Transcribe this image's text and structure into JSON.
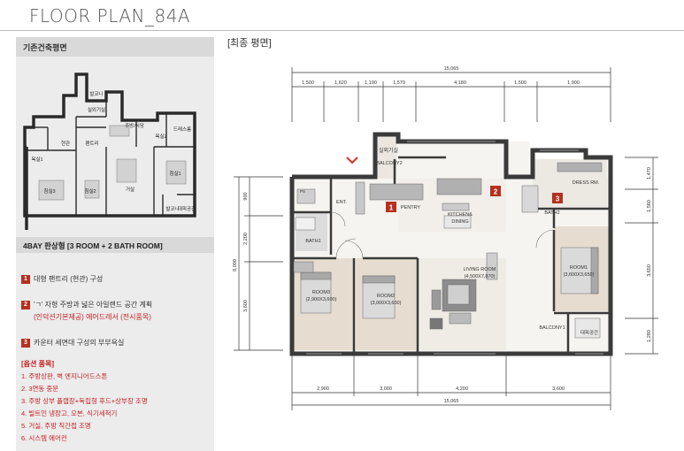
{
  "title": "FLOOR PLAN_84A",
  "left_panel": {
    "heading": "기존건축평면",
    "mini_plan_labels": {
      "room3": "침실3",
      "room2": "침실2",
      "living": "거실",
      "room1": "침실1",
      "kitchen": "주방/식당",
      "entrance": "현관",
      "pantry": "팬트리",
      "dress": "드레스룸",
      "bath1": "욕실1",
      "bath2": "욕실2",
      "balcony": "발코니",
      "balcony2": "발코니",
      "outdoor": "실외기실",
      "unit": "대피공간"
    },
    "bay_label": "4BAY 판상형 [3 ROOM  + 2 BATH ROOM]",
    "features": [
      {
        "num": "1",
        "text": "대형 팬트리 (현관) 구성"
      },
      {
        "num": "2",
        "text": "'ㄱ' 자형 주방과 넓은 아일랜드 공간 계획",
        "sub": "(인덕션기본제공) 에어드레서 (전시품목)"
      },
      {
        "num": "3",
        "text": "카운터 세면대 구성의 부부욕실"
      }
    ],
    "options_title": "[옵션 품목]",
    "options": [
      "1.  주방상판, 벽 엔지니어드스톤",
      "2.  3연동 중문",
      "3.  주방 상부 플랩장+독립형 후드+상부장 조명",
      "4.  빌트인 냉장고, 오븐, 식기세척기",
      "5.  거실, 주방 직간접 조명",
      "6.  시스템 에어컨"
    ]
  },
  "final_plan": {
    "label": "[최종 평면]",
    "dims_top_total": "15,065",
    "dims_top": [
      "1,500",
      "1,620",
      "1,190",
      "1,570",
      "4,180",
      "1,500",
      "1,900"
    ],
    "dims_bottom": [
      "2,900",
      "3,000",
      "4,200",
      "3,600"
    ],
    "dims_bottom_total": "15,065",
    "dims_left_total": "8,000",
    "dims_left": [
      "900",
      "2,200",
      "3,600"
    ],
    "dims_right": [
      "1,470",
      "1,560",
      "3,650",
      "1,280"
    ],
    "rooms": {
      "outdoor": "실외기실",
      "balcony2": "BALCONY2",
      "ent": "ENT.",
      "pentry": "PENTRY",
      "kitchen": "KITCHEN&",
      "dining": "DINING",
      "dress": "DRESS RM.",
      "bath2": "BATH2",
      "bath1": "BATH1",
      "pd": "PS",
      "room3": "ROOM3",
      "room3_size": "(2,900X3,600)",
      "room2": "ROOM2",
      "room2_size": "(3,000X3,600)",
      "living": "LIVING ROOM",
      "living_size": "(4,500X7,870)",
      "room1": "ROOM1",
      "room1_size": "(3,600X3,650)",
      "balcony1": "BALCONY1",
      "shelter": "대피공간"
    },
    "markers": [
      "1",
      "2",
      "3"
    ]
  },
  "colors": {
    "wall": "#3a3a3a",
    "marker": "#b5301f",
    "option_red": "#c41e1e",
    "arrow": "#d63a2a"
  }
}
